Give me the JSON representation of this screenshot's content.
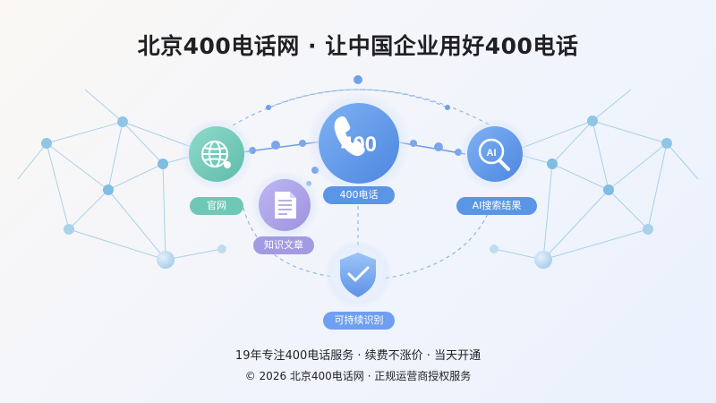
{
  "title": "北京400电话网 · 让中国企业用好400电话",
  "nodes": {
    "site": {
      "label": "官网",
      "icon": "globe-icon"
    },
    "knowledge": {
      "label": "知识文章",
      "icon": "document-icon"
    },
    "phone": {
      "label": "400电话",
      "icon": "phone-icon",
      "badge": "400"
    },
    "ai": {
      "label": "AI搜索结果",
      "icon": "ai-search-icon",
      "badge": "AI"
    },
    "security": {
      "label": "可持续识别",
      "icon": "shield-check-icon"
    }
  },
  "footer": {
    "line1": "19年专注400电话服务 · 续费不涨价 · 当天开通",
    "line2": "© 2026 北京400电话网 · 正规运营商授权服务"
  },
  "colors": {
    "title": "#1f1f24",
    "teal": "#6fc7b7",
    "purple": "#a39be2",
    "blue": "#5b95e6",
    "network": "#8cc3e0"
  }
}
